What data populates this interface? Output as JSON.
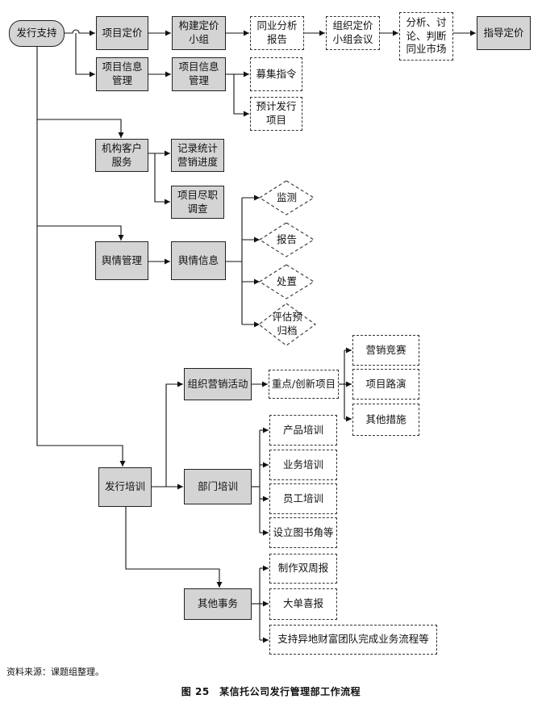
{
  "nodes": {
    "start": "发行支持",
    "project_pricing": "项目定价",
    "build_pricing_group": "构建定价\n小组",
    "peer_analysis_report": "同业分析\n报告",
    "pricing_group_meeting": "组织定价\n小组会议",
    "analyze_discuss_judge": "分析、讨\n论、判断\n同业市场",
    "guide_pricing": "指导定价",
    "project_info_mgmt": "项目信息\n管理",
    "project_info_mgmt_2": "项目信息\n管理",
    "fundraising_instruction": "募集指令",
    "expected_issue_project": "预计发行\n项目",
    "institutional_client_service": "机构客户\n服务",
    "record_marketing_progress": "记录统计\n营销进度",
    "project_due_diligence": "项目尽职\n调查",
    "monitor": "监测",
    "report": "报告",
    "dispose": "处置",
    "evaluate_archive": "评估预\n归档",
    "public_opinion_mgmt": "舆情管理",
    "public_opinion_info": "舆情信息",
    "organize_marketing": "组织营销活动",
    "key_new_projects": "重点/创新项目",
    "marketing_contest": "营销竞赛",
    "project_roadshow": "项目路演",
    "other_measures": "其他措施",
    "issue_training": "发行培训",
    "dept_training": "部门培训",
    "product_training": "产品培训",
    "business_training": "业务培训",
    "staff_training": "员工培训",
    "book_corner": "设立图书角等",
    "other_affairs": "其他事务",
    "biweekly_report": "制作双周报",
    "big_deal_report": "大单喜报",
    "support_remote_teams": "支持异地财富团队完成业务流程等"
  },
  "source_note": "资料来源：课题组整理。",
  "caption": "图 25　某信托公司发行管理部工作流程"
}
